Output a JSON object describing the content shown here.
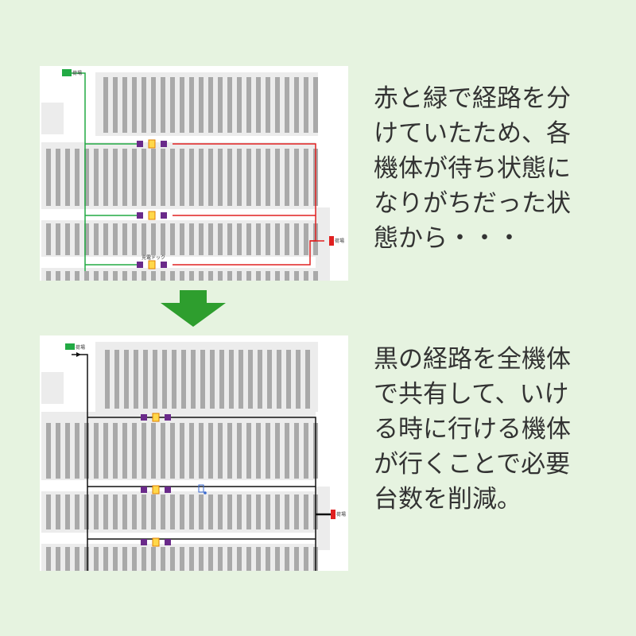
{
  "before_panel": {
    "entry_label": "荷場",
    "exit_label": "荷場",
    "dock_label": "充電ドック",
    "route_colors": {
      "entry_route": "#22aa44",
      "exit_route": "#e02020"
    }
  },
  "after_panel": {
    "entry_label": "荷場",
    "exit_label": "荷場",
    "route_colors": {
      "shared_route": "#111111"
    }
  },
  "captions": {
    "before": "赤と緑で経路を分\nけていたため、各\n機体が待ち状態に\nなりがちだった状\n態から・・・",
    "after": "黒の経路を全機体\nで共有して、いけ\nる時に行ける機体\nが行くことで必要\n台数を削減。"
  },
  "arrow": {
    "color": "#2e9e2e",
    "icon": "down-arrow-icon"
  }
}
